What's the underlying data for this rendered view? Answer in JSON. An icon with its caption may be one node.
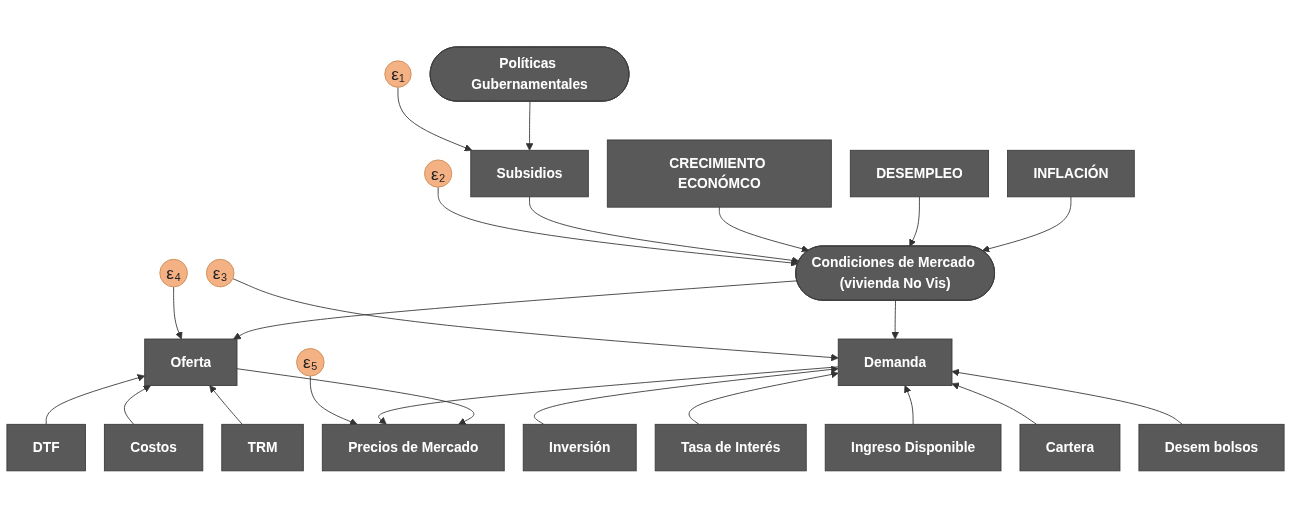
{
  "diagram": {
    "nodes": [
      {
        "text": [
          "INFLACIÓN"
        ]
      },
      {
        "text": [
          "DESEMPLEO"
        ]
      },
      {
        "text": [
          "CRECIMIENTO ECONÓMCO"
        ]
      },
      {
        "text": [
          "Políticas Gubernamentales"
        ]
      },
      {
        "text": [
          "Subsidios"
        ]
      },
      {
        "text": [
          "Condiciones de Mercado (vivienda No Vis)"
        ]
      },
      {
        "text": [
          "ε₄"
        ]
      },
      {
        "text": [
          "ε₂"
        ]
      },
      {
        "text": [
          "ε₁"
        ]
      },
      {
        "text": [
          "ε₃"
        ]
      },
      {
        "text": [
          "Oferta"
        ]
      },
      {
        "text": [
          "Precios de Mercado"
        ]
      },
      {
        "text": [
          "Demanda"
        ]
      },
      {
        "text": [
          "ε₅"
        ]
      },
      {
        "text": [
          "DTF"
        ]
      },
      {
        "text": [
          "Costos"
        ]
      },
      {
        "text": [
          "TRM"
        ]
      },
      {
        "text": [
          "Inversión"
        ]
      },
      {
        "text": [
          "Tasa de Interés"
        ]
      },
      {
        "text": [
          "Ingreso Disponible"
        ]
      },
      {
        "text": [
          "Cartera"
        ]
      },
      {
        "text": [
          "Desem bolsos"
        ]
      }
    ],
    "edges": [
      {
        "from": 0,
        "to": 5,
        "arrow": "to"
      },
      {
        "from": 1,
        "to": 5,
        "arrow": "to"
      },
      {
        "from": 2,
        "to": 5,
        "arrow": "to"
      },
      {
        "from": 3,
        "to": 4,
        "arrow": "to"
      },
      {
        "from": 4,
        "to": 5,
        "arrow": "to"
      },
      {
        "from": 8,
        "to": 4,
        "arrow": "to"
      },
      {
        "from": 7,
        "to": 5,
        "arrow": "to"
      },
      {
        "from": 5,
        "to": 10,
        "arrow": "to"
      },
      {
        "from": 5,
        "to": 12,
        "arrow": "to"
      },
      {
        "from": 6,
        "to": 10,
        "arrow": "to"
      },
      {
        "from": 9,
        "to": 12,
        "arrow": "to"
      },
      {
        "from": 10,
        "to": 11,
        "arrow": "to"
      },
      {
        "from": 12,
        "to": 11,
        "arrow": "to"
      },
      {
        "from": 13,
        "to": 11,
        "arrow": "to"
      },
      {
        "from": 14,
        "to": 10,
        "arrow": "to"
      },
      {
        "from": 15,
        "to": 10,
        "arrow": "to"
      },
      {
        "from": 16,
        "to": 10,
        "arrow": "to"
      },
      {
        "from": 17,
        "to": 12,
        "arrow": "to"
      },
      {
        "from": 18,
        "to": 12,
        "arrow": "to"
      },
      {
        "from": 19,
        "to": 12,
        "arrow": "to"
      },
      {
        "from": 20,
        "to": 12,
        "arrow": "to"
      },
      {
        "from": 21,
        "to": 12,
        "arrow": "to"
      }
    ]
  }
}
